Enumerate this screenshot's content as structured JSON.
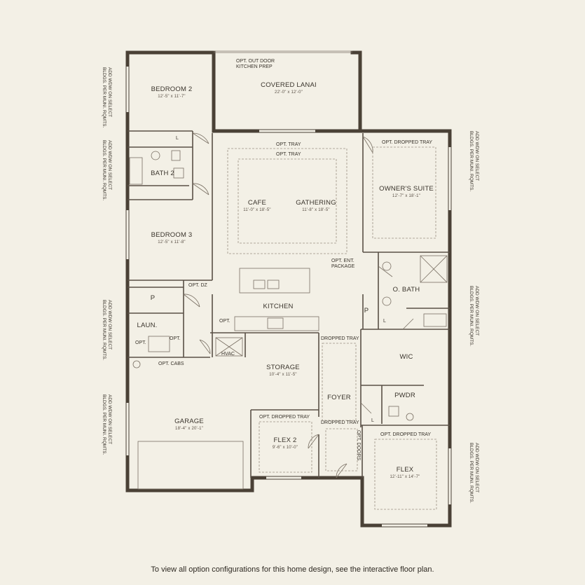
{
  "rooms": {
    "bedroom2": {
      "name": "BEDROOM 2",
      "dim": "12'-5\" x 11'-7\""
    },
    "covered_lanai": {
      "name": "COVERED LANAI",
      "dim": "22'-0\" x 12'-0\""
    },
    "bath2": {
      "name": "BATH 2"
    },
    "bedroom3": {
      "name": "BEDROOM 3",
      "dim": "12'-5\" x 11'-8\""
    },
    "cafe": {
      "name": "CAFE",
      "dim": "11'-0\" x 18'-5\""
    },
    "gathering": {
      "name": "GATHERING",
      "dim": "11'-8\" x 18'-5\""
    },
    "owners_suite": {
      "name": "OWNER'S SUITE",
      "dim": "12'-7\" x 18'-1\""
    },
    "o_bath": {
      "name": "O. BATH"
    },
    "kitchen": {
      "name": "KITCHEN"
    },
    "pantry": {
      "name": "P"
    },
    "pantry2": {
      "name": "P"
    },
    "laundry": {
      "name": "LAUN."
    },
    "wic": {
      "name": "WIC"
    },
    "storage": {
      "name": "STORAGE",
      "dim": "10'-4\" x 11'-5\""
    },
    "foyer": {
      "name": "FOYER"
    },
    "pwdr": {
      "name": "PWDR"
    },
    "garage": {
      "name": "GARAGE",
      "dim": "18'-4\" x 20'-1\""
    },
    "flex2": {
      "name": "FLEX 2",
      "dim": "9'-6\" x 10'-0\""
    },
    "flex": {
      "name": "FLEX",
      "dim": "12'-11\" x 14'-7\""
    }
  },
  "labels": {
    "opt_outdoor_kitchen_1": "OPT. OUT DOOR",
    "opt_outdoor_kitchen_2": "KITCHEN PREP",
    "opt_tray_1": "OPT. TRAY",
    "opt_tray_2": "OPT. TRAY",
    "opt_dropped_tray_owner": "OPT. DROPPED TRAY",
    "opt_ent_1": "OPT. ENT.",
    "opt_ent_2": "PACKAGE",
    "opt_dz": "OPT. DZ",
    "opt_kitchen": "OPT.",
    "opt_laundry_1": "OPT.",
    "opt_laundry_2": "OPT.",
    "opt_cabs": "OPT. CABS",
    "hvac": "HVAC",
    "dropped_tray_1": "DROPPED TRAY",
    "dropped_tray_2": "DROPPED TRAY",
    "opt_dropped_tray_flex2": "OPT. DROPPED TRAY",
    "opt_dropped_tray_flex": "OPT. DROPPED TRAY",
    "opt_doors": "OPT. DOORS",
    "linen_1": "L",
    "linen_2": "L",
    "linen_3": "L"
  },
  "side_notes": {
    "line1": "ADD WDW ON SELECT",
    "line2": "BLDGS. PER MUNI. RQMTS."
  },
  "footer": "To view all option configurations for this home design, see the interactive floor plan."
}
